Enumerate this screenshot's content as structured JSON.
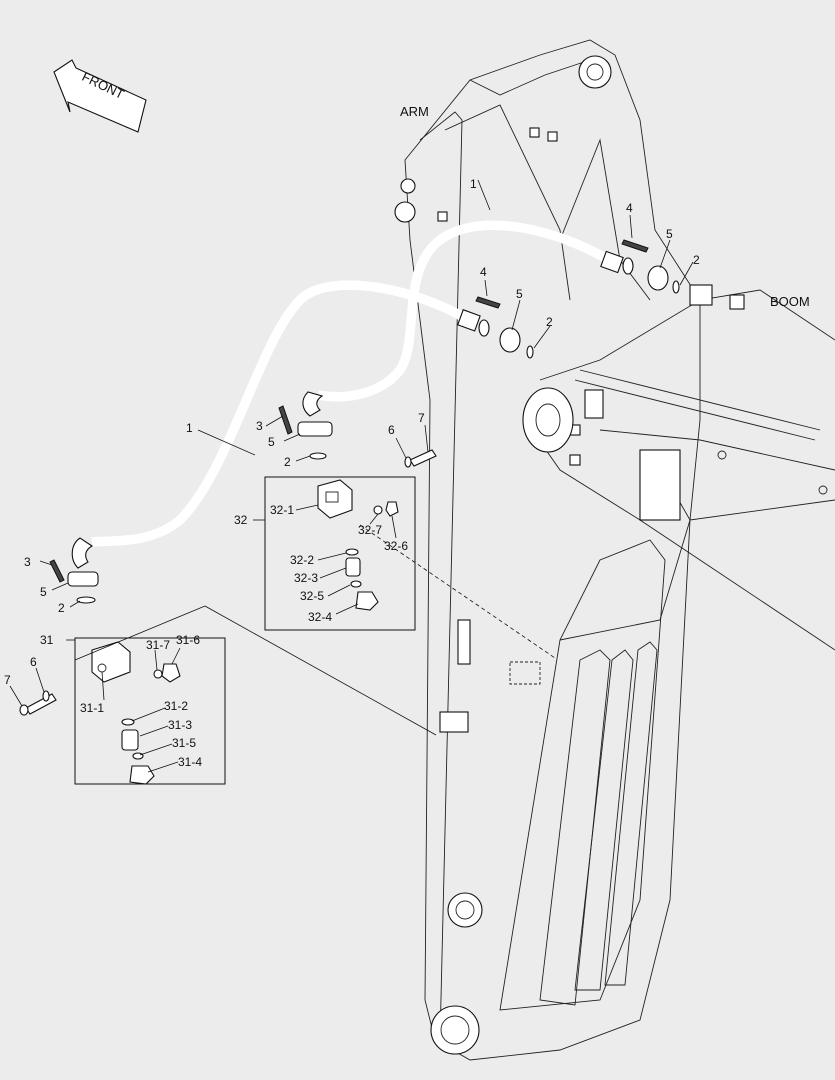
{
  "direction": {
    "front": "FRONT"
  },
  "assemblies": {
    "arm": "ARM",
    "boom": "BOOM"
  },
  "callouts": [
    {
      "id": "c1a",
      "text": "1"
    },
    {
      "id": "c1b",
      "text": "1"
    },
    {
      "id": "c2a",
      "text": "2"
    },
    {
      "id": "c2b",
      "text": "2"
    },
    {
      "id": "c2c",
      "text": "2"
    },
    {
      "id": "c2d",
      "text": "2"
    },
    {
      "id": "c3a",
      "text": "3"
    },
    {
      "id": "c3b",
      "text": "3"
    },
    {
      "id": "c4a",
      "text": "4"
    },
    {
      "id": "c4b",
      "text": "4"
    },
    {
      "id": "c5a",
      "text": "5"
    },
    {
      "id": "c5b",
      "text": "5"
    },
    {
      "id": "c5c",
      "text": "5"
    },
    {
      "id": "c5d",
      "text": "5"
    },
    {
      "id": "c6a",
      "text": "6"
    },
    {
      "id": "c6b",
      "text": "6"
    },
    {
      "id": "c7a",
      "text": "7"
    },
    {
      "id": "c7b",
      "text": "7"
    },
    {
      "id": "c31",
      "text": "31"
    },
    {
      "id": "c32",
      "text": "32"
    }
  ],
  "detail_32": [
    "32-1",
    "32-7",
    "32-6",
    "32-2",
    "32-3",
    "32-5",
    "32-4"
  ],
  "detail_31": [
    "31-7",
    "31-6",
    "31-1",
    "31-2",
    "31-3",
    "31-5",
    "31-4"
  ]
}
